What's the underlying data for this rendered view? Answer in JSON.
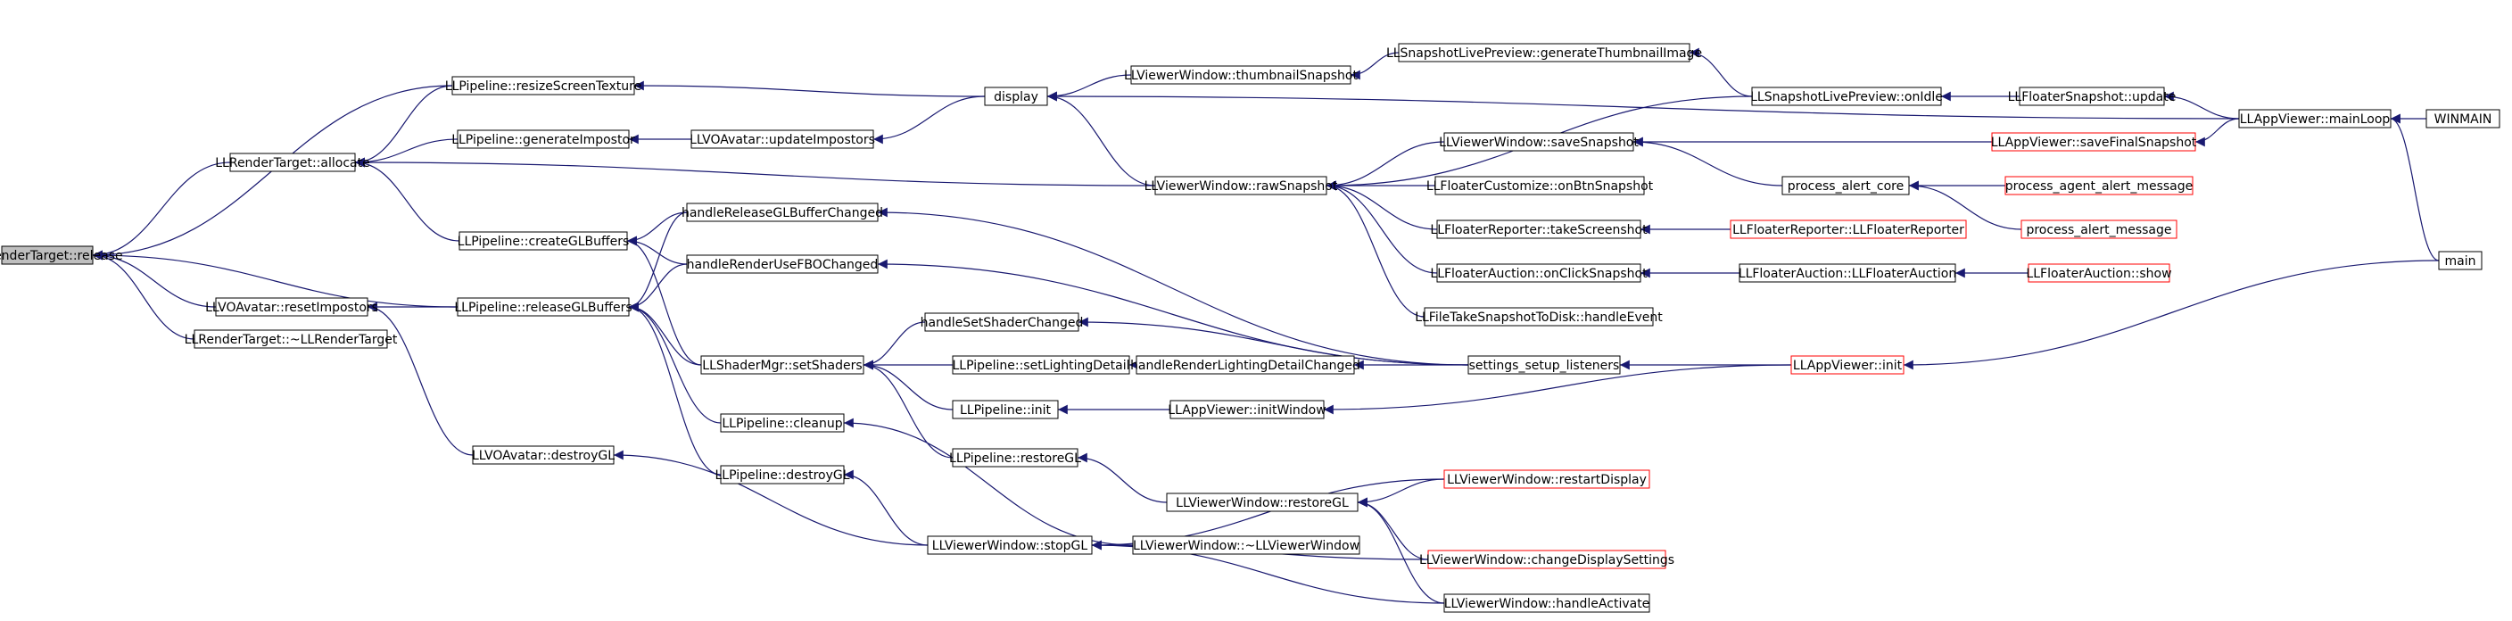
{
  "colors": {
    "edge": "#191970",
    "node_border": "#000000",
    "truncated_border": "#ff0000",
    "root_fill": "#bfbfbf",
    "background": "#ffffff"
  },
  "nodes": [
    {
      "id": "n0",
      "label": "LLRenderTarget::release",
      "style": "root"
    },
    {
      "id": "n1",
      "label": "LLRenderTarget::allocate",
      "style": "normal"
    },
    {
      "id": "n2",
      "label": "LLVOAvatar::resetImpostors",
      "style": "normal"
    },
    {
      "id": "n3",
      "label": "LLRenderTarget::~LLRenderTarget",
      "style": "normal"
    },
    {
      "id": "n4",
      "label": "LLPipeline::resizeScreenTexture",
      "style": "normal"
    },
    {
      "id": "n5",
      "label": "LLPipeline::generateImpostor",
      "style": "normal"
    },
    {
      "id": "n6",
      "label": "LLPipeline::createGLBuffers",
      "style": "normal"
    },
    {
      "id": "n7",
      "label": "LLPipeline::releaseGLBuffers",
      "style": "normal"
    },
    {
      "id": "n8",
      "label": "LLVOAvatar::destroyGL",
      "style": "normal"
    },
    {
      "id": "n9",
      "label": "LLVOAvatar::updateImpostors",
      "style": "normal"
    },
    {
      "id": "n10",
      "label": "handleReleaseGLBufferChanged",
      "style": "normal"
    },
    {
      "id": "n11",
      "label": "handleRenderUseFBOChanged",
      "style": "normal"
    },
    {
      "id": "n12",
      "label": "LLShaderMgr::setShaders",
      "style": "normal"
    },
    {
      "id": "n13",
      "label": "LLPipeline::cleanup",
      "style": "normal"
    },
    {
      "id": "n14",
      "label": "LLPipeline::destroyGL",
      "style": "normal"
    },
    {
      "id": "n15",
      "label": "display",
      "style": "normal"
    },
    {
      "id": "n16",
      "label": "handleSetShaderChanged",
      "style": "normal"
    },
    {
      "id": "n17",
      "label": "LLPipeline::setLightingDetail",
      "style": "normal"
    },
    {
      "id": "n18",
      "label": "LLPipeline::init",
      "style": "normal"
    },
    {
      "id": "n19",
      "label": "LLPipeline::restoreGL",
      "style": "normal"
    },
    {
      "id": "n20",
      "label": "LLViewerWindow::stopGL",
      "style": "normal"
    },
    {
      "id": "n21",
      "label": "LLViewerWindow::thumbnailSnapshot",
      "style": "normal"
    },
    {
      "id": "n22",
      "label": "LLViewerWindow::rawSnapshot",
      "style": "normal"
    },
    {
      "id": "n23",
      "label": "handleRenderLightingDetailChanged",
      "style": "normal"
    },
    {
      "id": "n24",
      "label": "LLAppViewer::initWindow",
      "style": "normal"
    },
    {
      "id": "n25",
      "label": "LLViewerWindow::restoreGL",
      "style": "normal"
    },
    {
      "id": "n26",
      "label": "LLViewerWindow::~LLViewerWindow",
      "style": "normal"
    },
    {
      "id": "n27",
      "label": "LLSnapshotLivePreview::generateThumbnailImage",
      "style": "normal"
    },
    {
      "id": "n28",
      "label": "LLViewerWindow::saveSnapshot",
      "style": "normal"
    },
    {
      "id": "n29",
      "label": "LLFloaterCustomize::onBtnSnapshot",
      "style": "normal"
    },
    {
      "id": "n30",
      "label": "LLFloaterReporter::takeScreenshot",
      "style": "normal"
    },
    {
      "id": "n31",
      "label": "LLFloaterAuction::onClickSnapshot",
      "style": "normal"
    },
    {
      "id": "n32",
      "label": "LLFileTakeSnapshotToDisk::handleEvent",
      "style": "normal"
    },
    {
      "id": "n33",
      "label": "settings_setup_listeners",
      "style": "normal"
    },
    {
      "id": "n34",
      "label": "LLViewerWindow::restartDisplay",
      "style": "truncated"
    },
    {
      "id": "n35",
      "label": "LLViewerWindow::changeDisplaySettings",
      "style": "truncated"
    },
    {
      "id": "n36",
      "label": "LLViewerWindow::handleActivate",
      "style": "normal"
    },
    {
      "id": "n37",
      "label": "LLSnapshotLivePreview::onIdle",
      "style": "normal"
    },
    {
      "id": "n38",
      "label": "LLAppViewer::saveFinalSnapshot",
      "style": "truncated"
    },
    {
      "id": "n39",
      "label": "process_alert_core",
      "style": "normal"
    },
    {
      "id": "n40",
      "label": "LLFloaterReporter::LLFloaterReporter",
      "style": "truncated"
    },
    {
      "id": "n41",
      "label": "LLFloaterAuction::LLFloaterAuction",
      "style": "normal"
    },
    {
      "id": "n42",
      "label": "LLAppViewer::init",
      "style": "truncated"
    },
    {
      "id": "n43",
      "label": "LLFloaterSnapshot::update",
      "style": "normal"
    },
    {
      "id": "n44",
      "label": "process_agent_alert_message",
      "style": "truncated"
    },
    {
      "id": "n45",
      "label": "process_alert_message",
      "style": "truncated"
    },
    {
      "id": "n46",
      "label": "LLFloaterAuction::show",
      "style": "truncated"
    },
    {
      "id": "n47",
      "label": "LLAppViewer::mainLoop",
      "style": "normal"
    },
    {
      "id": "n48",
      "label": "main",
      "style": "normal"
    },
    {
      "id": "n49",
      "label": "WINMAIN",
      "style": "normal"
    }
  ],
  "edges": [
    {
      "from": "n1",
      "to": "n0"
    },
    {
      "from": "n2",
      "to": "n0"
    },
    {
      "from": "n3",
      "to": "n0"
    },
    {
      "from": "n4",
      "to": "n0"
    },
    {
      "from": "n7",
      "to": "n0"
    },
    {
      "from": "n4",
      "to": "n1"
    },
    {
      "from": "n5",
      "to": "n1"
    },
    {
      "from": "n6",
      "to": "n1"
    },
    {
      "from": "n22",
      "to": "n1"
    },
    {
      "from": "n7",
      "to": "n2"
    },
    {
      "from": "n8",
      "to": "n2"
    },
    {
      "from": "n15",
      "to": "n4"
    },
    {
      "from": "n9",
      "to": "n5"
    },
    {
      "from": "n10",
      "to": "n6"
    },
    {
      "from": "n11",
      "to": "n6"
    },
    {
      "from": "n12",
      "to": "n6"
    },
    {
      "from": "n10",
      "to": "n7"
    },
    {
      "from": "n11",
      "to": "n7"
    },
    {
      "from": "n12",
      "to": "n7"
    },
    {
      "from": "n13",
      "to": "n7"
    },
    {
      "from": "n14",
      "to": "n7"
    },
    {
      "from": "n20",
      "to": "n8"
    },
    {
      "from": "n15",
      "to": "n9"
    },
    {
      "from": "n33",
      "to": "n10"
    },
    {
      "from": "n33",
      "to": "n11"
    },
    {
      "from": "n16",
      "to": "n12"
    },
    {
      "from": "n17",
      "to": "n12"
    },
    {
      "from": "n18",
      "to": "n12"
    },
    {
      "from": "n19",
      "to": "n12"
    },
    {
      "from": "n26",
      "to": "n13"
    },
    {
      "from": "n20",
      "to": "n14"
    },
    {
      "from": "n21",
      "to": "n15"
    },
    {
      "from": "n22",
      "to": "n15"
    },
    {
      "from": "n47",
      "to": "n15"
    },
    {
      "from": "n33",
      "to": "n16"
    },
    {
      "from": "n23",
      "to": "n17"
    },
    {
      "from": "n24",
      "to": "n18"
    },
    {
      "from": "n25",
      "to": "n19"
    },
    {
      "from": "n34",
      "to": "n20"
    },
    {
      "from": "n35",
      "to": "n20"
    },
    {
      "from": "n36",
      "to": "n20"
    },
    {
      "from": "n27",
      "to": "n21"
    },
    {
      "from": "n28",
      "to": "n22"
    },
    {
      "from": "n29",
      "to": "n22"
    },
    {
      "from": "n30",
      "to": "n22"
    },
    {
      "from": "n31",
      "to": "n22"
    },
    {
      "from": "n32",
      "to": "n22"
    },
    {
      "from": "n37",
      "to": "n22"
    },
    {
      "from": "n33",
      "to": "n23"
    },
    {
      "from": "n42",
      "to": "n24"
    },
    {
      "from": "n34",
      "to": "n25"
    },
    {
      "from": "n35",
      "to": "n25"
    },
    {
      "from": "n36",
      "to": "n25"
    },
    {
      "from": "n37",
      "to": "n27"
    },
    {
      "from": "n38",
      "to": "n28"
    },
    {
      "from": "n39",
      "to": "n28"
    },
    {
      "from": "n40",
      "to": "n30"
    },
    {
      "from": "n41",
      "to": "n31"
    },
    {
      "from": "n42",
      "to": "n33"
    },
    {
      "from": "n43",
      "to": "n37"
    },
    {
      "from": "n47",
      "to": "n38"
    },
    {
      "from": "n44",
      "to": "n39"
    },
    {
      "from": "n45",
      "to": "n39"
    },
    {
      "from": "n46",
      "to": "n41"
    },
    {
      "from": "n48",
      "to": "n42"
    },
    {
      "from": "n47",
      "to": "n43"
    },
    {
      "from": "n48",
      "to": "n47"
    },
    {
      "from": "n49",
      "to": "n47"
    }
  ]
}
